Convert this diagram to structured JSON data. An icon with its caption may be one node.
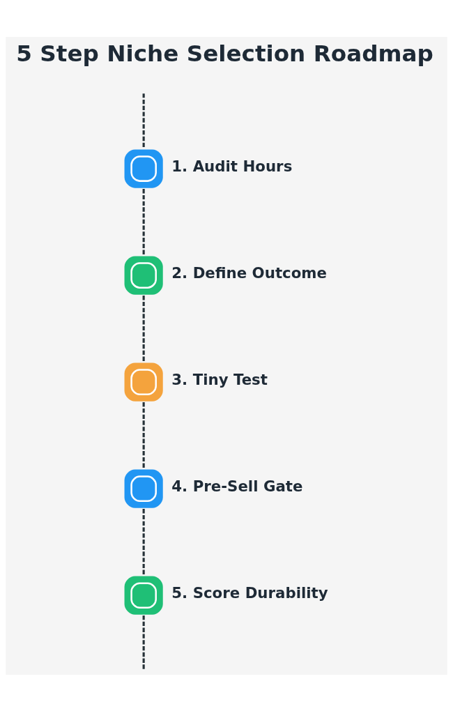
{
  "diagram": {
    "title": "5 Step Niche Selection Roadmap",
    "nodes": [
      {
        "text": [
          "1. Audit Hours"
        ]
      },
      {
        "text": [
          "2. Define Outcome"
        ]
      },
      {
        "text": [
          "3. Tiny Test"
        ]
      },
      {
        "text": [
          "4. Pre-Sell Gate"
        ]
      },
      {
        "text": [
          "5. Score Durability"
        ]
      }
    ],
    "edges": [
      {
        "from": null,
        "to": 0,
        "arrow": "none",
        "style": "dashed"
      },
      {
        "from": 0,
        "to": 1,
        "arrow": "none",
        "style": "dashed"
      },
      {
        "from": 1,
        "to": 2,
        "arrow": "none",
        "style": "dashed"
      },
      {
        "from": 2,
        "to": 3,
        "arrow": "none",
        "style": "dashed"
      },
      {
        "from": 3,
        "to": 4,
        "arrow": "none",
        "style": "dashed"
      },
      {
        "from": 4,
        "to": null,
        "arrow": "none",
        "style": "dashed"
      }
    ]
  }
}
